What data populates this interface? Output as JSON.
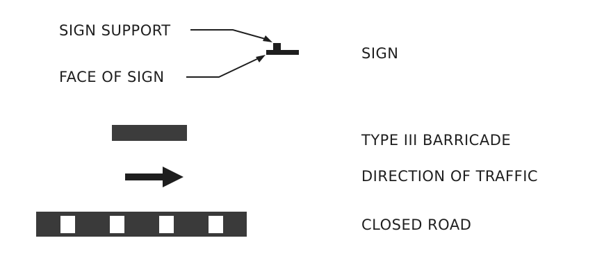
{
  "callouts": {
    "sign_support": "SIGN SUPPORT",
    "face_of_sign": "FACE OF SIGN"
  },
  "legend": [
    {
      "symbol": "sign-symbol",
      "label": "SIGN"
    },
    {
      "symbol": "type-iii-barricade-symbol",
      "label": "TYPE III BARRICADE"
    },
    {
      "symbol": "traffic-direction-arrow",
      "label": "DIRECTION OF TRAFFIC"
    },
    {
      "symbol": "closed-road-symbol",
      "label": "CLOSED ROAD"
    }
  ],
  "colors": {
    "ink": "#1e1e1e",
    "barricade_fill": "#3c3c3c",
    "closed_road_dark": "#3a3a3a",
    "closed_road_light": "#ffffff"
  }
}
